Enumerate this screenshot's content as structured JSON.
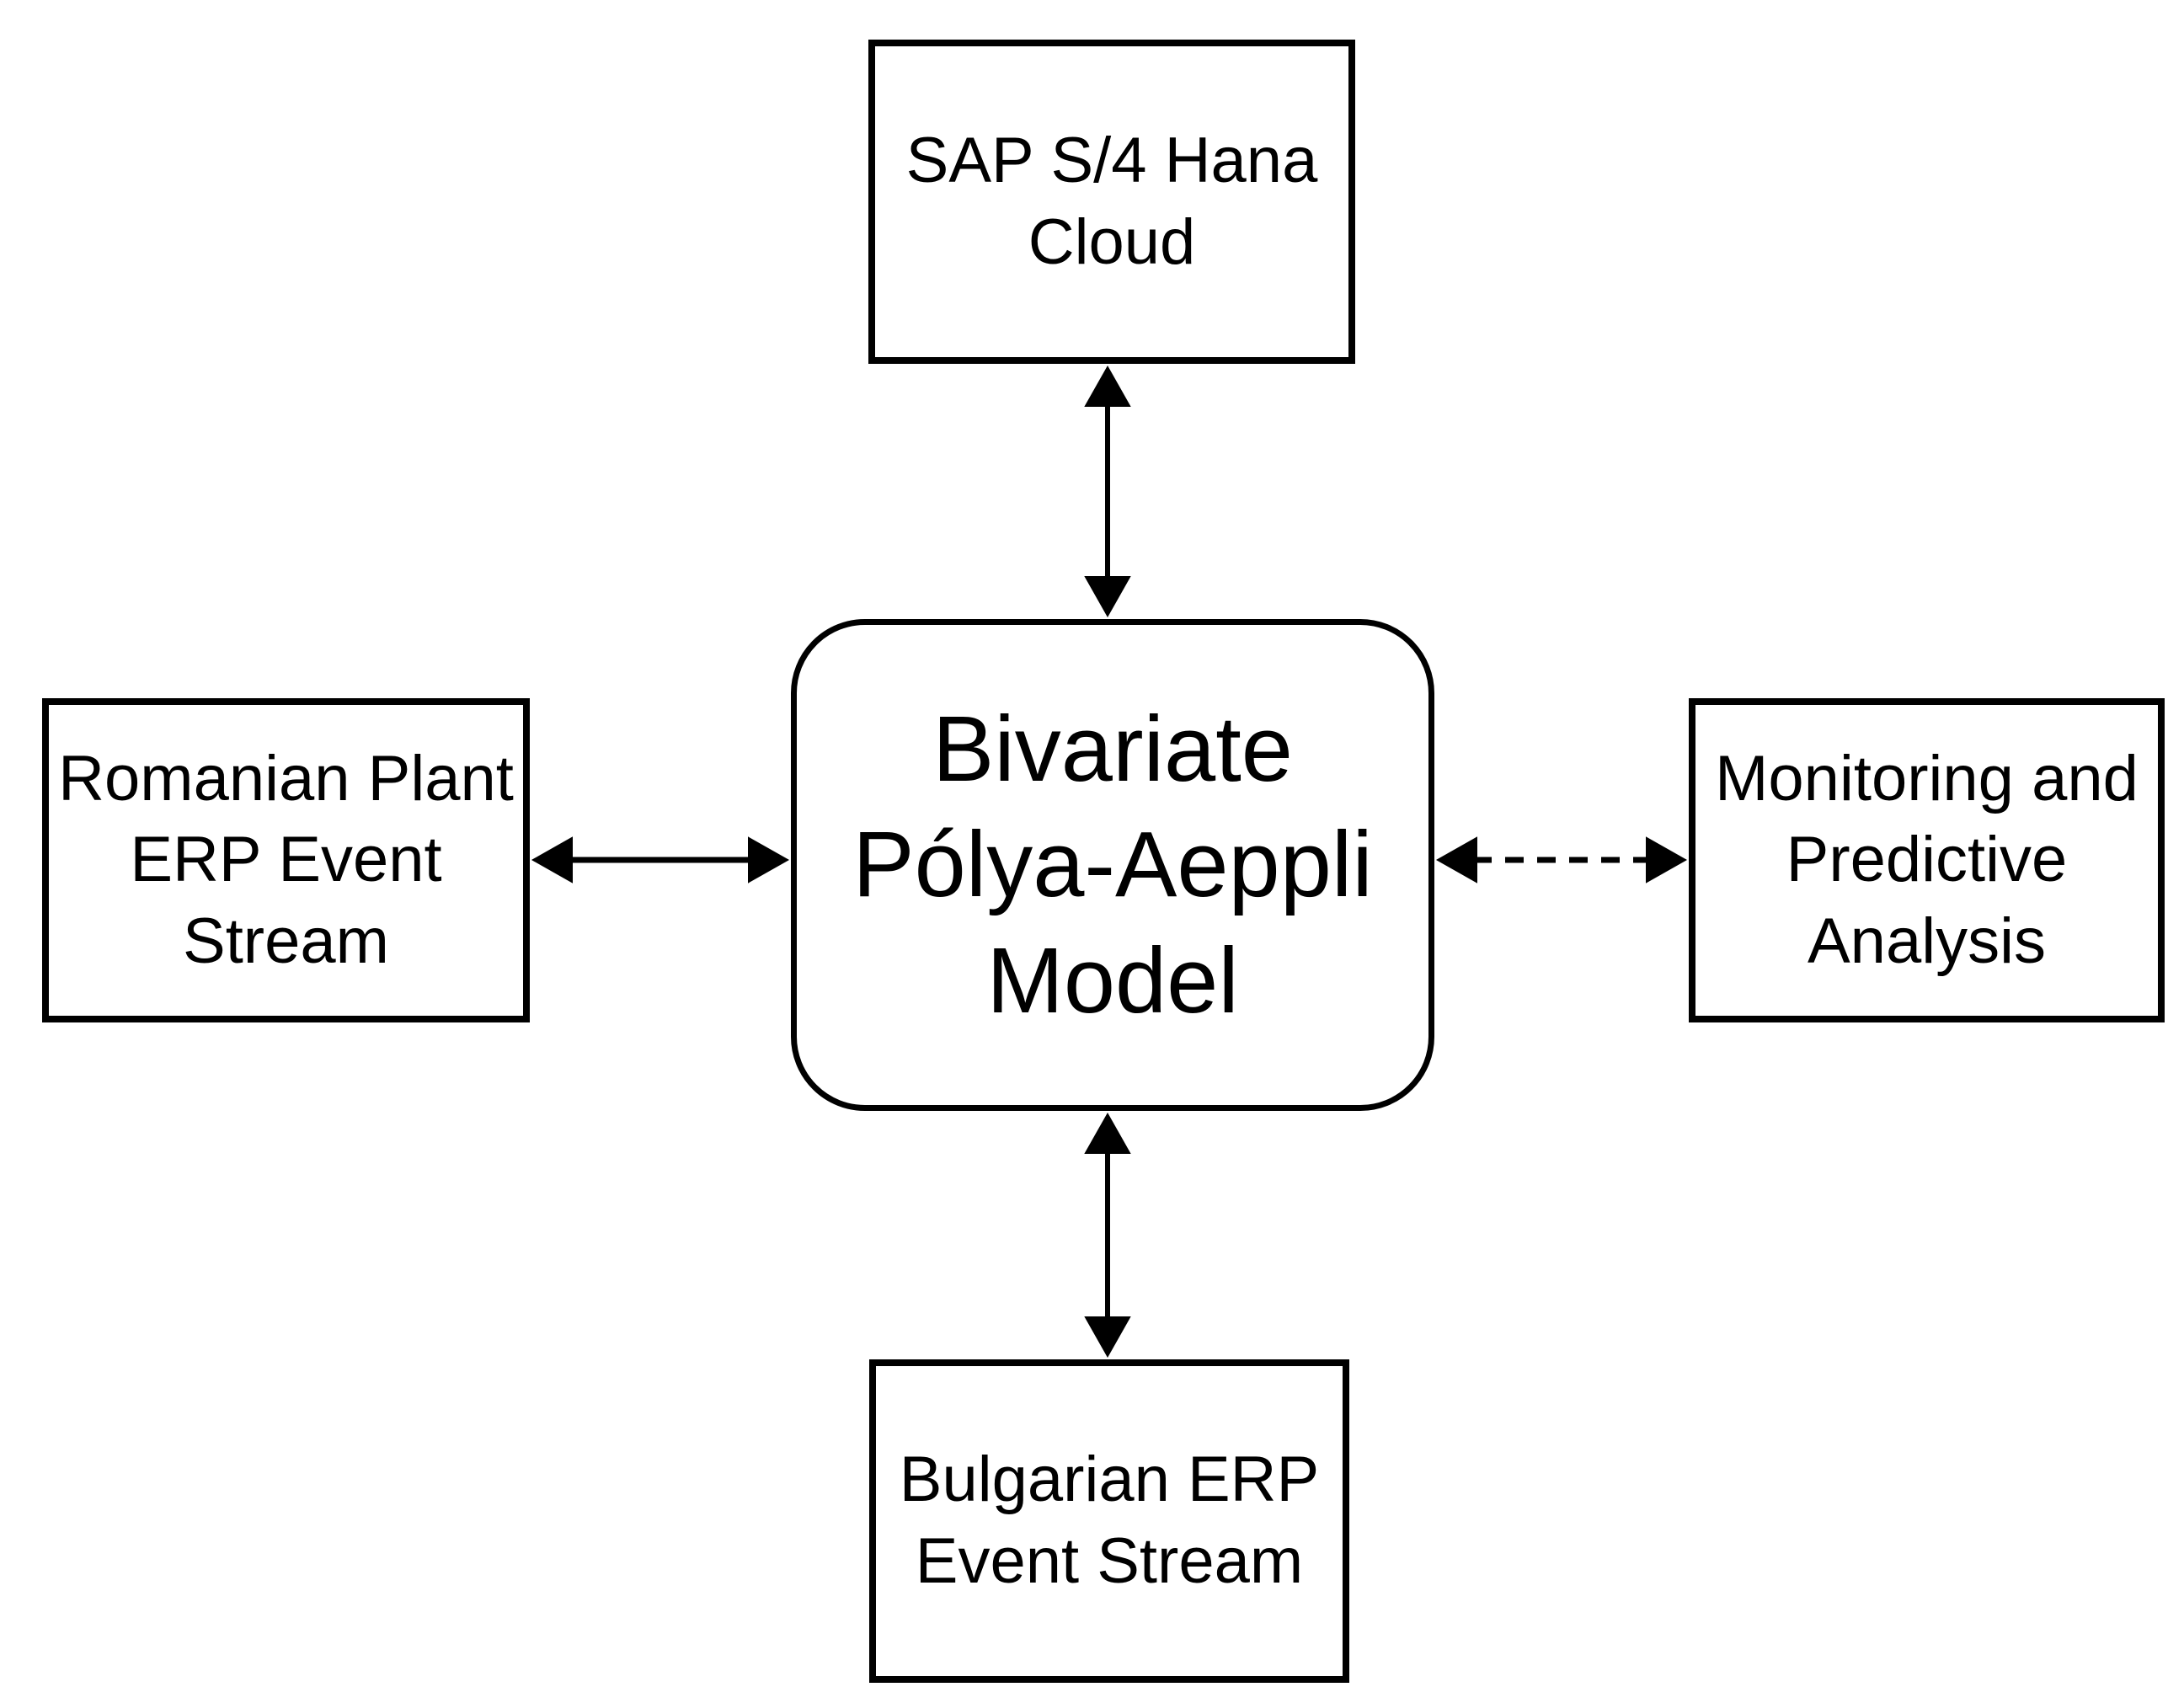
{
  "diagram": {
    "background_color": "#ffffff",
    "stroke_color": "#000000",
    "nodes": {
      "top": {
        "label": "SAP S/4 Hana\nCloud",
        "shape": "rectangle"
      },
      "left": {
        "label": "Romanian Plant\nERP Event\nStream",
        "shape": "rectangle"
      },
      "center": {
        "label": "Bivariate\nPólya-Aeppli\nModel",
        "shape": "rounded-rectangle"
      },
      "right": {
        "label": "Monitoring and\nPredictive\nAnalysis",
        "shape": "rectangle"
      },
      "bottom": {
        "label": "Bulgarian ERP\nEvent Stream",
        "shape": "rectangle"
      }
    },
    "edges": [
      {
        "from": "center",
        "to": "top",
        "style": "solid",
        "direction": "bidirectional"
      },
      {
        "from": "center",
        "to": "left",
        "style": "solid",
        "direction": "bidirectional"
      },
      {
        "from": "center",
        "to": "right",
        "style": "dashed",
        "direction": "bidirectional"
      },
      {
        "from": "center",
        "to": "bottom",
        "style": "solid",
        "direction": "bidirectional"
      }
    ]
  }
}
